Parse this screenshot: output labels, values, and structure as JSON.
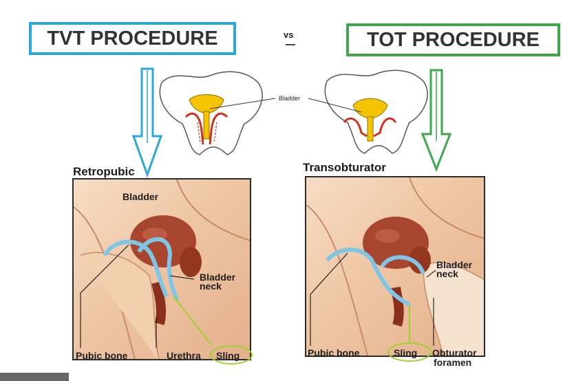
{
  "header": {
    "tvt_title": "TVT PROCEDURE",
    "tot_title": "TOT PROCEDURE",
    "vs": "vs"
  },
  "pelvis": {
    "bladder_label": "Bladder"
  },
  "left_panel": {
    "heading": "Retropubic",
    "labels": {
      "bladder": "Bladder",
      "bladder_neck_1": "Bladder",
      "bladder_neck_2": "neck",
      "pubic_bone": "Pubic bone",
      "urethra": "Urethra",
      "sling": "Sling"
    }
  },
  "right_panel": {
    "heading": "Transobturator",
    "labels": {
      "bladder_neck_1": "Bladder",
      "bladder_neck_2": "neck",
      "pubic_bone": "Pubic bone",
      "sling": "Sling",
      "obturator_1": "Obturator",
      "obturator_2": "foramen"
    }
  },
  "colors": {
    "tvt": "#2aa7d9",
    "tot": "#3ea64b",
    "sling_highlight": "#9bd22b",
    "bladder": "#a8452e",
    "bladder_yellow": "#f5c400",
    "sling_blue": "#7fc6e6",
    "red_path": "#d0311e"
  },
  "icons": {
    "tvt_arrow": "down-arrow-icon",
    "tot_arrow": "down-arrow-icon"
  }
}
